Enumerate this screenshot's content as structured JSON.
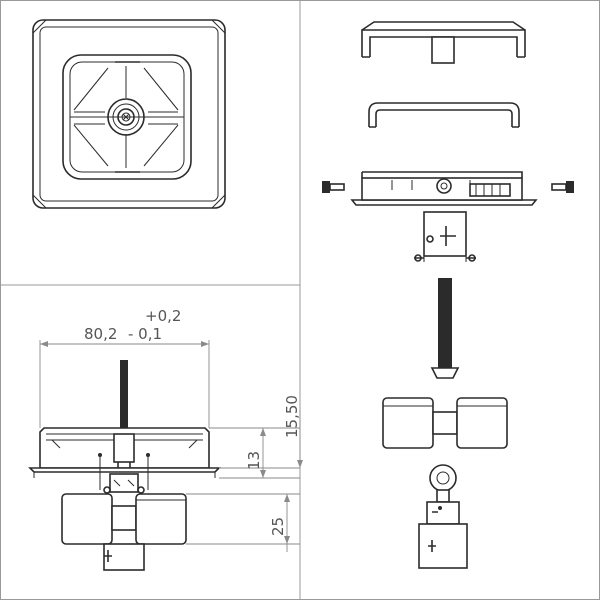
{
  "dimensions": {
    "tol_plus": "+0,2",
    "width_nominal": "80,2",
    "tol_minus": "- 0,1",
    "height_total": "15,50",
    "height_frame": "13",
    "depth_bottom": "25"
  },
  "colors": {
    "line": "#2b2b2b",
    "dimension": "#8a8a8a",
    "dimension_text": "#555555",
    "background": "#ffffff"
  }
}
